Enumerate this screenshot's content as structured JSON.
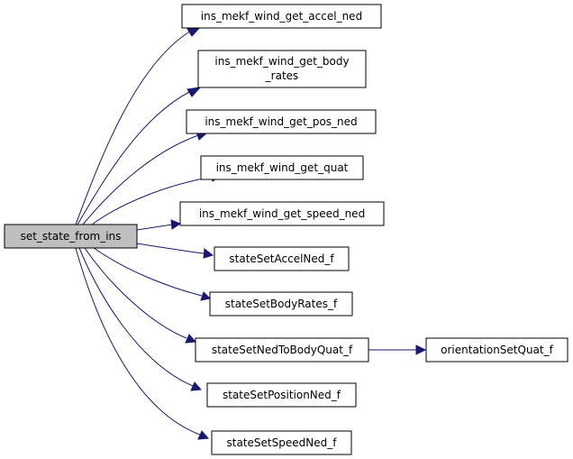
{
  "nodes": [
    {
      "id": "root",
      "lines": [
        "set_state_from_ins"
      ],
      "root": true
    },
    {
      "id": "accel",
      "lines": [
        "ins_mekf_wind_get_accel_ned"
      ]
    },
    {
      "id": "body",
      "lines": [
        "ins_mekf_wind_get_body",
        "_rates"
      ]
    },
    {
      "id": "pos",
      "lines": [
        "ins_mekf_wind_get_pos_ned"
      ]
    },
    {
      "id": "quat",
      "lines": [
        "ins_mekf_wind_get_quat"
      ]
    },
    {
      "id": "speed",
      "lines": [
        "ins_mekf_wind_get_speed_ned"
      ]
    },
    {
      "id": "ssaccel",
      "lines": [
        "stateSetAccelNed_f"
      ]
    },
    {
      "id": "ssbody",
      "lines": [
        "stateSetBodyRates_f"
      ]
    },
    {
      "id": "ssquat",
      "lines": [
        "stateSetNedToBodyQuat_f"
      ]
    },
    {
      "id": "sspos",
      "lines": [
        "stateSetPositionNed_f"
      ]
    },
    {
      "id": "ssspeed",
      "lines": [
        "stateSetSpeedNed_f"
      ]
    },
    {
      "id": "orient",
      "lines": [
        "orientationSetQuat_f"
      ]
    }
  ],
  "edges": [
    {
      "from": "root",
      "to": "accel"
    },
    {
      "from": "root",
      "to": "body"
    },
    {
      "from": "root",
      "to": "pos"
    },
    {
      "from": "root",
      "to": "quat"
    },
    {
      "from": "root",
      "to": "speed"
    },
    {
      "from": "root",
      "to": "ssaccel"
    },
    {
      "from": "root",
      "to": "ssbody"
    },
    {
      "from": "root",
      "to": "ssquat"
    },
    {
      "from": "root",
      "to": "sspos"
    },
    {
      "from": "root",
      "to": "ssspeed"
    },
    {
      "from": "ssquat",
      "to": "orient"
    }
  ],
  "colors": {
    "edge": "#191970",
    "root_fill": "#bfbfbf",
    "node_fill": "#ffffff"
  }
}
